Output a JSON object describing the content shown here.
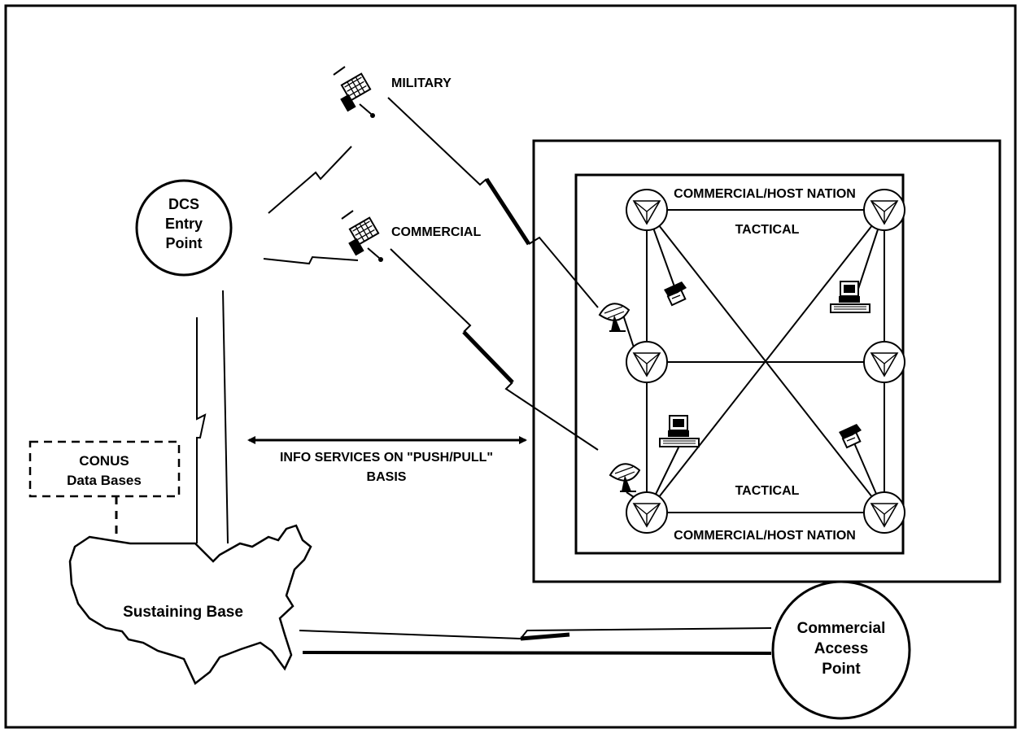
{
  "labels": {
    "military": "MILITARY",
    "commercial_sat": "COMMERCIAL",
    "dcs_line1": "DCS",
    "dcs_line2": "Entry",
    "dcs_line3": "Point",
    "host_nation_top": "COMMERCIAL/HOST NATION",
    "tactical_top": "TACTICAL",
    "tactical_bottom": "TACTICAL",
    "host_nation_bottom": "COMMERCIAL/HOST NATION",
    "info_line1": "INFO SERVICES ON \"PUSH/PULL\"",
    "info_line2": "BASIS",
    "conus_line1": "CONUS",
    "conus_line2": "Data Bases",
    "sustaining_base": "Sustaining Base",
    "access_line1": "Commercial",
    "access_line2": "Access",
    "access_line3": "Point"
  },
  "icons": {
    "satellite": "satellite-icon",
    "switch_node": "switch-node-icon",
    "dish": "satellite-dish-icon",
    "computer": "computer-icon",
    "telephone": "telephone-icon",
    "map": "us-map-icon"
  }
}
